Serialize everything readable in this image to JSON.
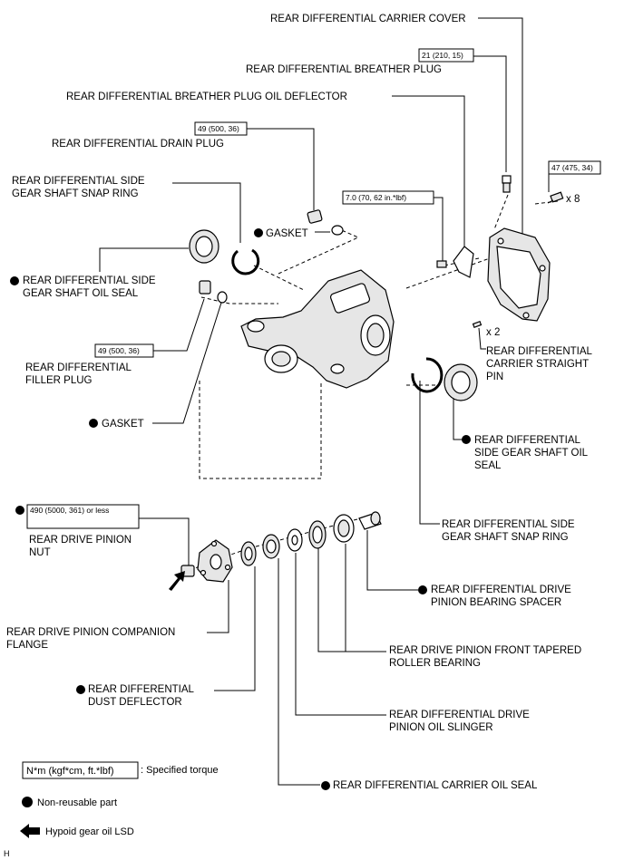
{
  "labels": {
    "carrier_cover": "REAR DIFFERENTIAL CARRIER COVER",
    "breather_plug": "REAR DIFFERENTIAL BREATHER PLUG",
    "breather_deflector": "REAR DIFFERENTIAL BREATHER PLUG OIL DEFLECTOR",
    "drain_plug": "REAR DIFFERENTIAL DRAIN PLUG",
    "snap_ring_left": [
      "REAR DIFFERENTIAL SIDE",
      "GEAR SHAFT SNAP RING"
    ],
    "gasket_upper": "GASKET",
    "oil_seal_left": [
      "REAR DIFFERENTIAL SIDE",
      "GEAR SHAFT OIL SEAL"
    ],
    "filler_plug": [
      "REAR DIFFERENTIAL",
      "FILLER PLUG"
    ],
    "gasket_lower": "GASKET",
    "straight_pin": [
      "REAR DIFFERENTIAL",
      "CARRIER STRAIGHT",
      "PIN"
    ],
    "oil_seal_right": [
      "REAR DIFFERENTIAL",
      "SIDE GEAR SHAFT OIL",
      "SEAL"
    ],
    "pinion_nut": [
      "REAR DRIVE PINION",
      "NUT"
    ],
    "snap_ring_right": [
      "REAR DIFFERENTIAL SIDE",
      "GEAR SHAFT SNAP RING"
    ],
    "bearing_spacer": [
      "REAR DIFFERENTIAL DRIVE",
      "PINION BEARING SPACER"
    ],
    "companion_flange": [
      "REAR DRIVE PINION COMPANION",
      "FLANGE"
    ],
    "front_bearing": [
      "REAR DRIVE PINION FRONT TAPERED",
      "ROLLER BEARING"
    ],
    "dust_deflector": [
      "REAR DIFFERENTIAL",
      "DUST DEFLECTOR"
    ],
    "oil_slinger": [
      "REAR DIFFERENTIAL DRIVE",
      "PINION OIL SLINGER"
    ],
    "carrier_oil_seal": "REAR DIFFERENTIAL CARRIER OIL SEAL"
  },
  "torques": {
    "breather_plug": "21 (210, 15)",
    "cover_bolt": "47 (475, 34)",
    "drain_plug": "49 (500, 36)",
    "deflector_bolt": "7.0 (70, 62 in.*lbf)",
    "filler_plug": "49 (500, 36)",
    "pinion_nut": "490 (5000, 361) or less"
  },
  "quantities": {
    "cover_bolts": "x 8",
    "straight_pins": "x 2"
  },
  "legend": {
    "torque_unit": "N*m (kgf*cm, ft.*lbf)",
    "torque_desc": ": Specified torque",
    "non_reusable": "Non-reusable part",
    "hypoid_oil": "Hypoid gear oil LSD"
  },
  "figure_code": "H"
}
